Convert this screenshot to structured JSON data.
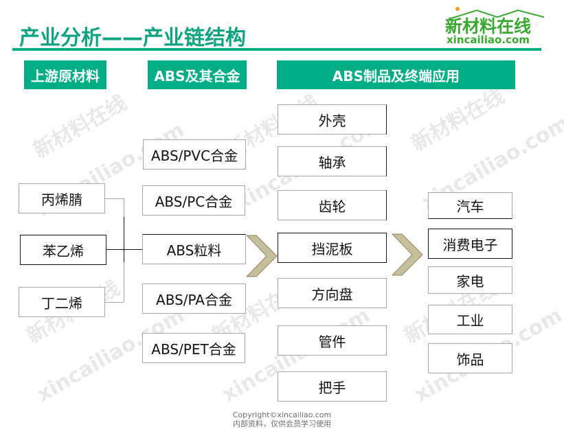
{
  "header": {
    "title": "产业分析——产业链结构",
    "logo_cn": "新材料在线",
    "logo_en": "xincailiao.com"
  },
  "columns": {
    "upstream": {
      "label": "上游原材料",
      "items": [
        "丙烯腈",
        "苯乙烯",
        "丁二烯"
      ]
    },
    "abs_alloys": {
      "label": "ABS及其合金",
      "items": [
        "ABS/PVC合金",
        "ABS/PC合金",
        "ABS粒料",
        "ABS/PA合金",
        "ABS/PET合金"
      ]
    },
    "products": {
      "label": "ABS制品及终端应用",
      "items": [
        "外壳",
        "轴承",
        "齿轮",
        "挡泥板",
        "方向盘",
        "管件",
        "把手"
      ]
    },
    "applications": {
      "items": [
        "汽车",
        "消费电子",
        "家电",
        "工业",
        "饰品"
      ]
    }
  },
  "watermark": {
    "cn": "新材料在线",
    "en": "xincailiao.com"
  },
  "footer": {
    "copyright": "Copyright©xincailiao.com",
    "note": "内部资料，仅供会员学习使用"
  },
  "colors": {
    "accent": "#00ad85",
    "logo_green": "#3aa830",
    "chevron": "#c7bf9c"
  }
}
